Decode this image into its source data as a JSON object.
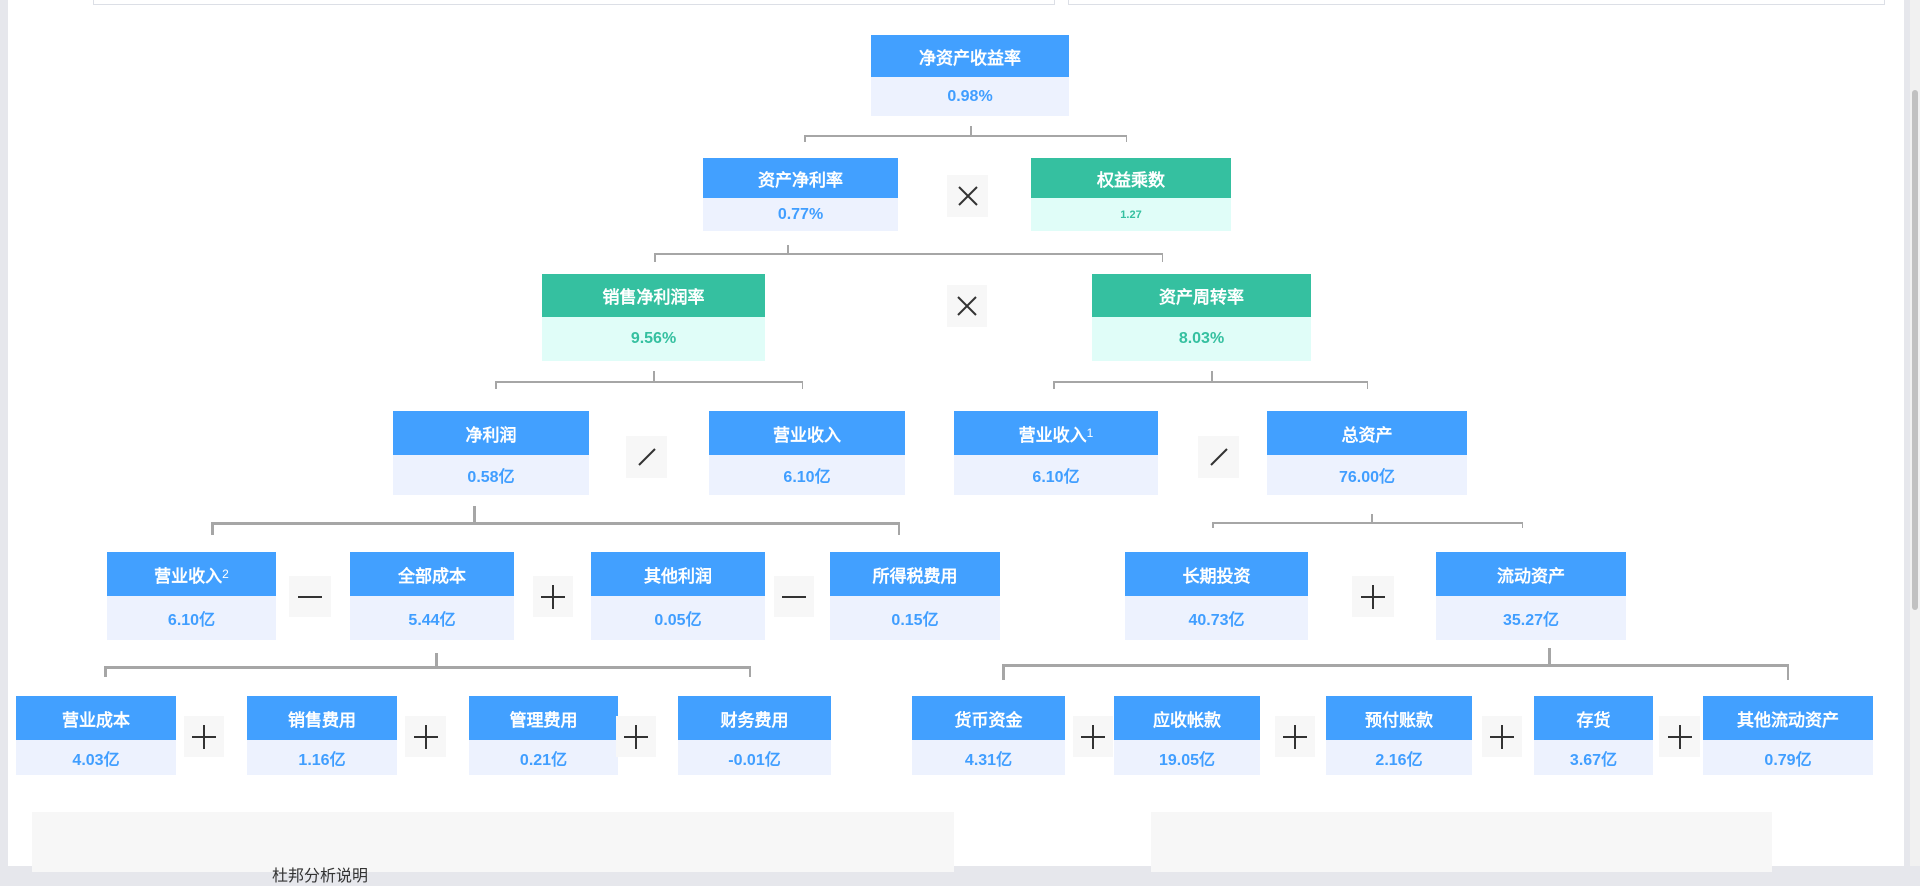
{
  "colors": {
    "blue": "#42a0ff",
    "blue_value_bg": "#edf2fe",
    "blue_value_text": "#409eff",
    "green": "#35c0a0",
    "green_value_bg": "#e0fdf8"
  },
  "nodes": {
    "roe": {
      "label": "净资产收益率",
      "value": "0.98%",
      "color": "blue"
    },
    "roa": {
      "label": "资产净利率",
      "value": "0.77%",
      "color": "blue"
    },
    "equity_multiplier": {
      "label": "权益乘数",
      "value": "1.27",
      "color": "green"
    },
    "net_margin": {
      "label": "销售净利润率",
      "value": "9.56%",
      "color": "green"
    },
    "asset_turnover": {
      "label": "资产周转率",
      "value": "8.03%",
      "color": "green"
    },
    "net_profit": {
      "label": "净利润",
      "value": "0.58亿",
      "color": "blue"
    },
    "revenue": {
      "label": "营业收入",
      "value": "6.10亿",
      "color": "blue"
    },
    "revenue1": {
      "label": "营业收入",
      "sup": "1",
      "value": "6.10亿",
      "color": "blue"
    },
    "total_assets": {
      "label": "总资产",
      "value": "76.00亿",
      "color": "blue"
    },
    "revenue2": {
      "label": "营业收入",
      "sup": "2",
      "value": "6.10亿",
      "color": "blue"
    },
    "total_cost": {
      "label": "全部成本",
      "value": "5.44亿",
      "color": "blue"
    },
    "other_profit": {
      "label": "其他利润",
      "value": "0.05亿",
      "color": "blue"
    },
    "income_tax": {
      "label": "所得税费用",
      "value": "0.15亿",
      "color": "blue"
    },
    "long_term_investment": {
      "label": "长期投资",
      "value": "40.73亿",
      "color": "blue"
    },
    "current_assets": {
      "label": "流动资产",
      "value": "35.27亿",
      "color": "blue"
    },
    "operating_cost": {
      "label": "营业成本",
      "value": "4.03亿",
      "color": "blue"
    },
    "selling_expense": {
      "label": "销售费用",
      "value": "1.16亿",
      "color": "blue"
    },
    "admin_expense": {
      "label": "管理费用",
      "value": "0.21亿",
      "color": "blue"
    },
    "financial_expense": {
      "label": "财务费用",
      "value": "-0.01亿",
      "color": "blue"
    },
    "cash": {
      "label": "货币资金",
      "value": "4.31亿",
      "color": "blue"
    },
    "receivables": {
      "label": "应收帐款",
      "value": "19.05亿",
      "color": "blue"
    },
    "prepayments": {
      "label": "预付账款",
      "value": "2.16亿",
      "color": "blue"
    },
    "inventory": {
      "label": "存货",
      "value": "3.67亿",
      "color": "blue"
    },
    "other_current_assets": {
      "label": "其他流动资产",
      "value": "0.79亿",
      "color": "blue"
    }
  },
  "operators": [
    "times-icon",
    "times-icon",
    "divide-icon",
    "divide-icon",
    "minus-icon",
    "plus-icon",
    "minus-icon",
    "plus-icon",
    "plus-icon",
    "plus-icon",
    "plus-icon",
    "plus-icon",
    "plus-icon",
    "plus-icon",
    "plus-icon"
  ],
  "bottom": {
    "title": "杜邦分析说明"
  }
}
